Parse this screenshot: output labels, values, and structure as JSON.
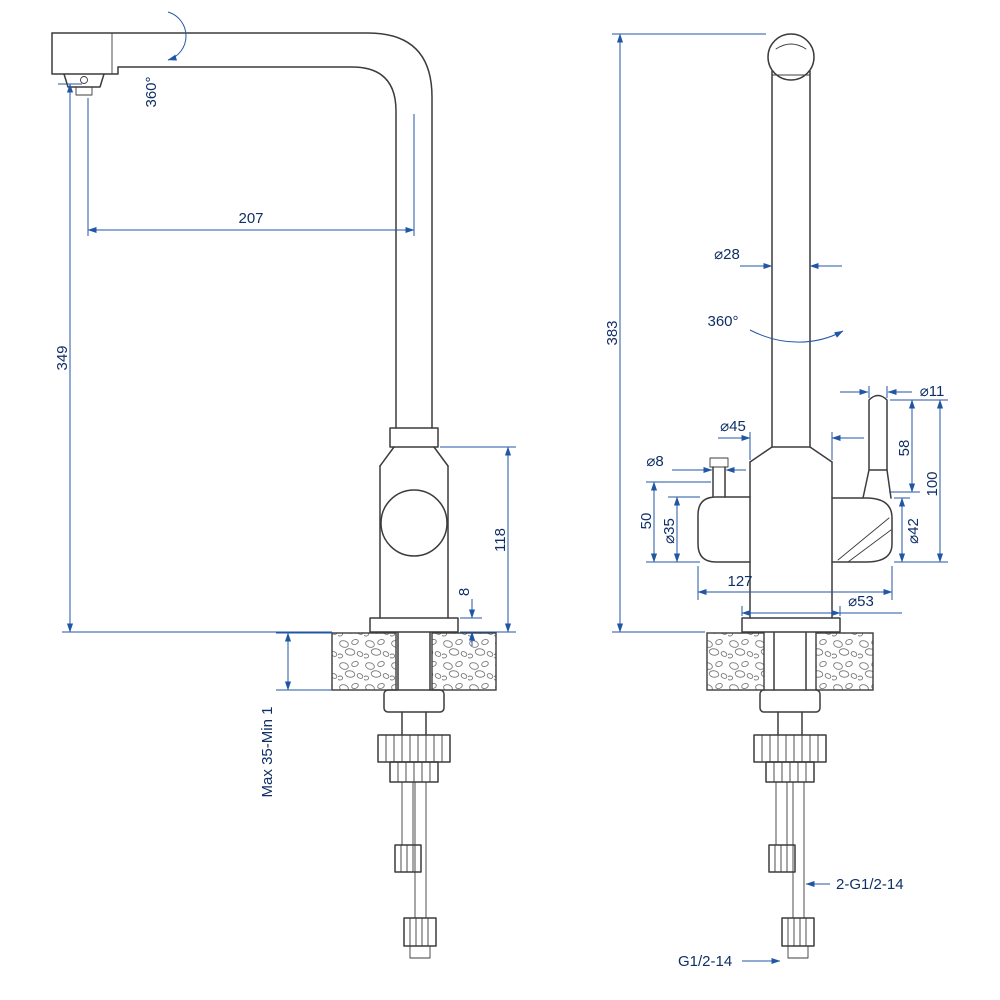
{
  "drawing": {
    "description": "Kitchen faucet technical dimension drawing, side view and front view",
    "colors": {
      "outline": "#3c3c3c",
      "dimension_line": "#2156a5",
      "dimension_text": "#0f2f66",
      "background": "#ffffff"
    },
    "left_view": {
      "name": "side-view",
      "dimensions": {
        "swivel": "360°",
        "spout_reach": "207",
        "spout_height": "349",
        "body_height": "118",
        "base_height": "8",
        "deck_thickness": "Max 35-Min 1"
      }
    },
    "right_view": {
      "name": "front-view",
      "dimensions": {
        "overall_height": "383",
        "column_diameter": "⌀28",
        "swivel": "360°",
        "lever_diameter": "⌀11",
        "body_diameter": "⌀45",
        "lever_length": "58",
        "handle_height": "100",
        "outlet_nozzle_diameter": "⌀8",
        "outlet_height": "50",
        "outlet_boss_diameter": "⌀35",
        "handle_boss_diameter": "⌀42",
        "body_width": "127",
        "base_diameter": "⌀53",
        "inlet_thread": "2-G1/2-14",
        "shank_thread": "G1/2-14"
      }
    }
  }
}
